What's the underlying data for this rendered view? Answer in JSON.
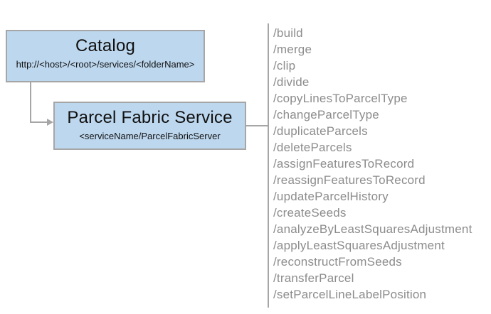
{
  "diagram": {
    "catalog": {
      "title": "Catalog",
      "subtitle": "http://<host>/<root>/services/<folderName>"
    },
    "service": {
      "title": "Parcel Fabric Service",
      "subtitle": "<serviceName/ParcelFabricServer"
    },
    "endpoints": [
      "/build",
      "/merge",
      "/clip",
      "/divide",
      "/copyLinesToParcelType",
      "/changeParcelType",
      "/duplicateParcels",
      "/deleteParcels",
      "/assignFeaturesToRecord",
      "/reassignFeaturesToRecord",
      "/updateParcelHistory",
      "/createSeeds",
      "/analyzeByLeastSquaresAdjustment",
      "/applyLeastSquaresAdjustment",
      "/reconstructFromSeeds",
      "/transferParcel",
      "/setParcelLineLabelPosition"
    ],
    "colors": {
      "box_fill": "#bdd7ee",
      "box_border": "#a6a6a6",
      "connector": "#a6a6a6",
      "endpoint_text": "#8c8c8c",
      "title_text": "#111111",
      "background": "#ffffff"
    }
  }
}
